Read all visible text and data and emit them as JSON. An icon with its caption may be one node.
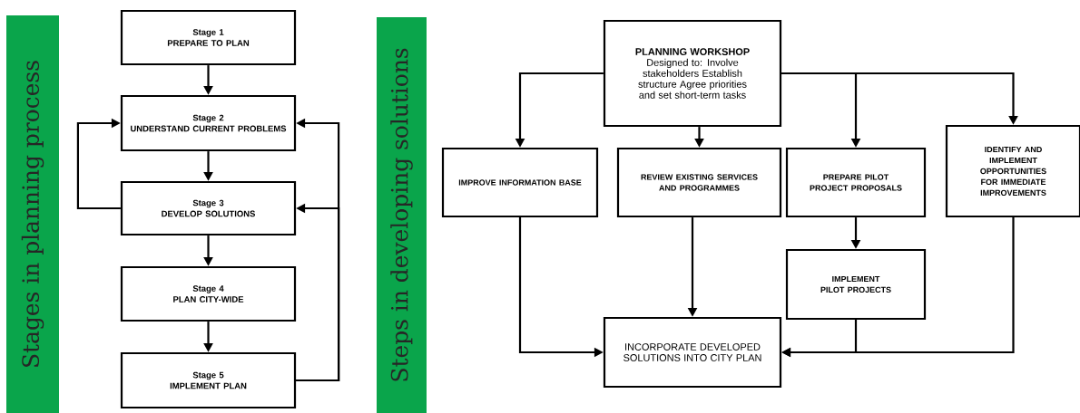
{
  "diagram": {
    "nodes": [
      {
        "text": [
          "Stages in planning process"
        ]
      },
      {
        "text": [
          "Stage 1",
          "PREPARE TO PLAN"
        ]
      },
      {
        "text": [
          "Stage 2",
          "UNDERSTAND CURRENT PROBLEMS"
        ]
      },
      {
        "text": [
          "Stage 3",
          "DEVELOP SOLUTIONS"
        ]
      },
      {
        "text": [
          "Stage 4",
          "PLAN CITY-WIDE"
        ]
      },
      {
        "text": [
          "Stage 5",
          "IMPLEMENT PLAN"
        ]
      },
      {
        "text": [
          "Steps in developing solutions"
        ]
      },
      {
        "text": [
          "PLANNING WORKSHOP",
          "Designed to: Involve stakeholders Establish structure Agree priorities and set short-term tasks"
        ]
      },
      {
        "text": [
          "IMPROVE INFORMATION BASE"
        ]
      },
      {
        "text": [
          "REVIEW EXISTING SERVICES AND PROGRAMMES"
        ]
      },
      {
        "text": [
          "PREPARE PILOT PROJECT PROPOSALS"
        ]
      },
      {
        "text": [
          "IDENTIFY AND IMPLEMENT OPPORTUNITIES FOR IMMEDIATE IMPROVEMENTS"
        ]
      },
      {
        "text": [
          "IMPLEMENT PILOT PROJECTS"
        ]
      },
      {
        "text": [
          "INCORPORATE DEVELOPED SOLUTIONS INTO CITY PLAN"
        ]
      }
    ],
    "edges": [
      {
        "from": 1,
        "to": 2,
        "arrow": "to"
      },
      {
        "from": 2,
        "to": 3,
        "arrow": "to"
      },
      {
        "from": 3,
        "to": 4,
        "arrow": "to"
      },
      {
        "from": 4,
        "to": 5,
        "arrow": "to"
      },
      {
        "from": 3,
        "to": 2,
        "arrow": "to"
      },
      {
        "from": 5,
        "to": 2,
        "arrow": "to"
      },
      {
        "from": 5,
        "to": 3,
        "arrow": "to"
      },
      {
        "from": 7,
        "to": 8,
        "arrow": "to"
      },
      {
        "from": 7,
        "to": 9,
        "arrow": "to"
      },
      {
        "from": 7,
        "to": 10,
        "arrow": "to"
      },
      {
        "from": 7,
        "to": 11,
        "arrow": "to"
      },
      {
        "from": 10,
        "to": 12,
        "arrow": "to"
      },
      {
        "from": 8,
        "to": 13,
        "arrow": "to"
      },
      {
        "from": 9,
        "to": 13,
        "arrow": "to"
      },
      {
        "from": 12,
        "to": 13,
        "arrow": "to"
      },
      {
        "from": 11,
        "to": 13,
        "arrow": "to"
      }
    ]
  }
}
